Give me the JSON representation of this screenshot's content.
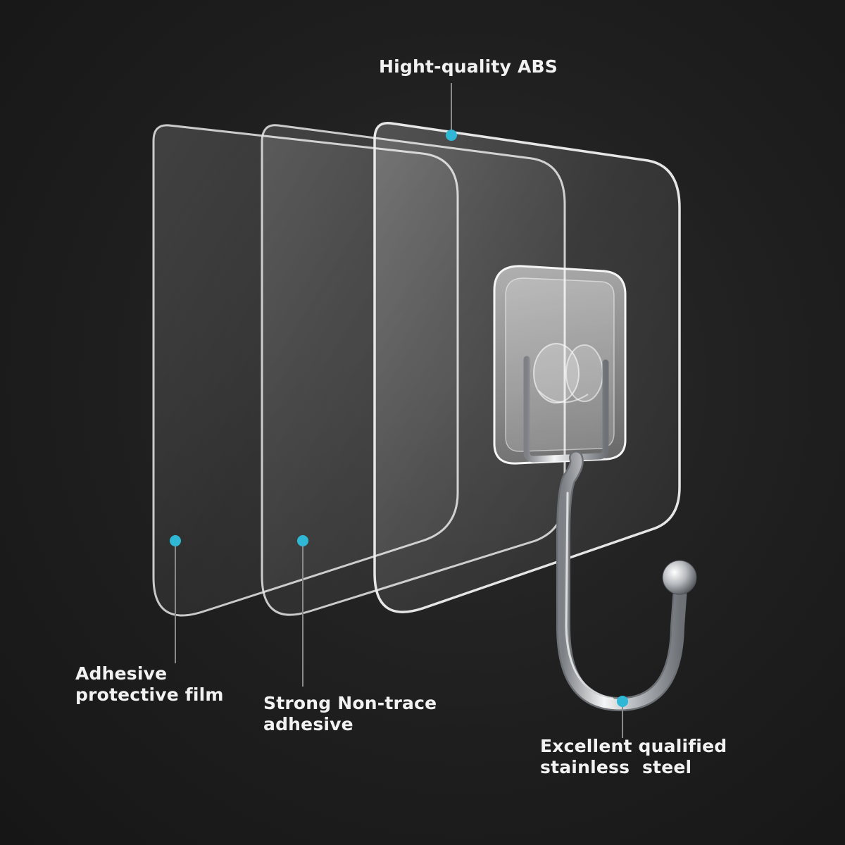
{
  "labels": {
    "abs": "Hight-quality ABS",
    "film_line1": "Adhesive",
    "film_line2": "protective film",
    "adhesive_line1": "Strong Non-trace",
    "adhesive_line2": "adhesive",
    "steel_line1": "Excellent qualified",
    "steel_line2": "stainless  steel"
  },
  "colors": {
    "background": "#1e1e1e",
    "marker": "#2fb8d6",
    "leader_line": "#8a8a8a",
    "label_text": "#f2f2f2",
    "pad_edge": "#e8e8e8",
    "steel": "#c9ccd0"
  },
  "icons": {
    "hook": "stainless-steel-hook",
    "marker": "cyan-dot"
  }
}
